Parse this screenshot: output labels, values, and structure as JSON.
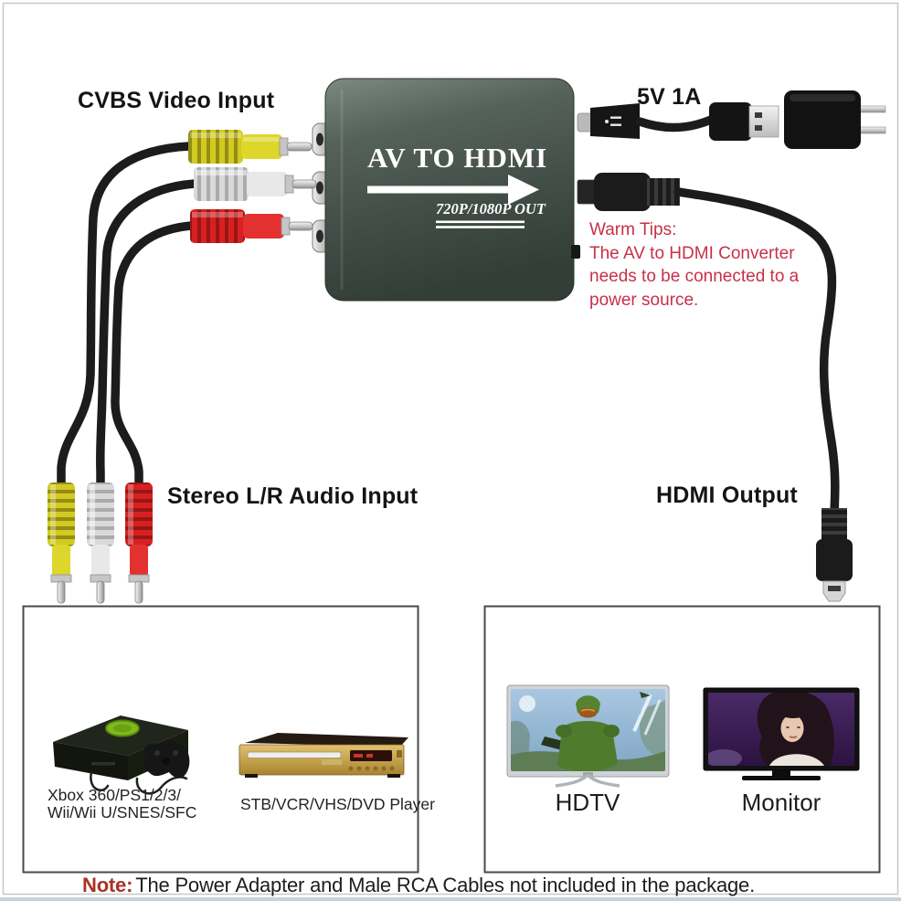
{
  "converter": {
    "title": "AV TO HDMI",
    "subtitle": "720P/1080P OUT"
  },
  "labels": {
    "cvbs_input": "CVBS Video Input",
    "audio_input": "Stereo L/R Audio Input",
    "power_spec": "5V 1A",
    "hdmi_output": "HDMI Output",
    "hdtv": "HDTV",
    "monitor": "Monitor",
    "consoles_line1": "Xbox 360/PS1/2/3/",
    "consoles_line2": "Wii/Wii U/SNES/SFC",
    "players": "STB/VCR/VHS/DVD Player"
  },
  "warm_tips": {
    "title": "Warm Tips:",
    "line1": "The AV to HDMI Converter",
    "line2": "needs to be connected to a",
    "line3": "power source."
  },
  "note": {
    "label": "Note:",
    "text": "The Power Adapter and Male RCA Cables not included in the package."
  },
  "colors": {
    "rca_yellow": "#d3ca20",
    "rca_white": "#dedede",
    "rca_red": "#d92020",
    "converter_body": "#46534b",
    "warm_tips_text": "#c73049",
    "note_label": "#aa3226"
  }
}
